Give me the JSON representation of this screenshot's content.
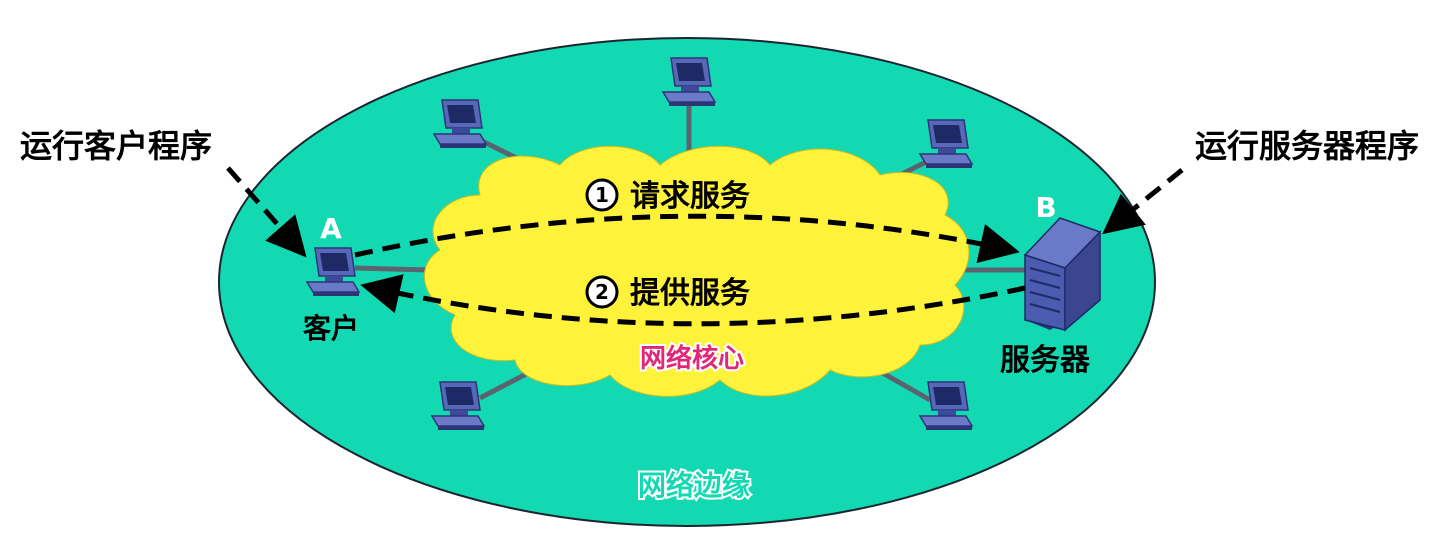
{
  "labels": {
    "client_program": "运行客户程序",
    "server_program": "运行服务器程序",
    "host_a": "A",
    "host_b": "B",
    "client": "客户",
    "server": "服务器",
    "request_num": "1",
    "request": "请求服务",
    "provide_num": "2",
    "provide": "提供服务",
    "network_core": "网络核心",
    "network_edge": "网络边缘"
  },
  "colors": {
    "edge_fill": "#13d9b3",
    "core_fill": "#fff23a",
    "core_label": "#e0287a",
    "edge_label": "#13d9b3",
    "computer": "#4a5bb0",
    "server": "#3c4796",
    "link": "#5a6470"
  }
}
